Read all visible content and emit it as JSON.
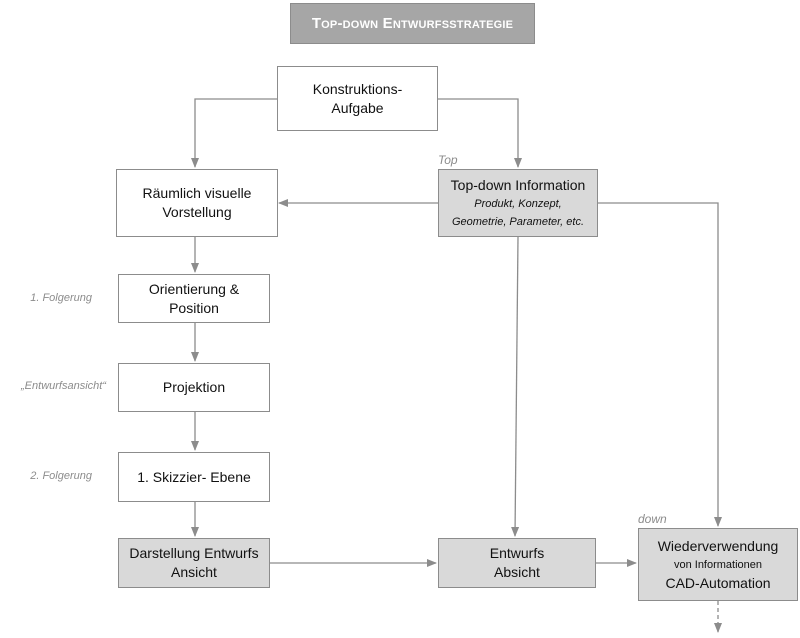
{
  "title": "Top-down Entwurfsstrategie",
  "boxes": {
    "konstruktion": {
      "line1": "Konstruktions-",
      "line2": "Aufgabe"
    },
    "raeumlich": {
      "line1": "Räumlich visuelle",
      "line2": "Vorstellung"
    },
    "topdown": {
      "line1": "Top-down Information",
      "line2": "Produkt, Konzept,",
      "line3": "Geometrie, Parameter, etc."
    },
    "orientierung": {
      "line1": "Orientierung &",
      "line2": "Position"
    },
    "projektion": {
      "line1": "Projektion"
    },
    "skizzier": {
      "line1": "1. Skizzier- Ebene"
    },
    "darstellung": {
      "line1": "Darstellung Entwurfs",
      "line2": "Ansicht"
    },
    "entwurfs": {
      "line1": "Entwurfs",
      "line2": "Absicht"
    },
    "wiederverwendung": {
      "line1": "Wiederverwendung",
      "line2": "von Informationen",
      "line3": "CAD-Automation"
    }
  },
  "side_labels": {
    "folgerung1": "1. Folgerung",
    "entwurfsansicht": "„Entwurfsansicht“",
    "folgerung2": "2. Folgerung"
  },
  "corner_labels": {
    "top": "Top",
    "down": "down"
  },
  "colors": {
    "line": "#8c8c8c",
    "title_fill": "#a6a6a6",
    "grey_fill": "#d9d9d9"
  }
}
